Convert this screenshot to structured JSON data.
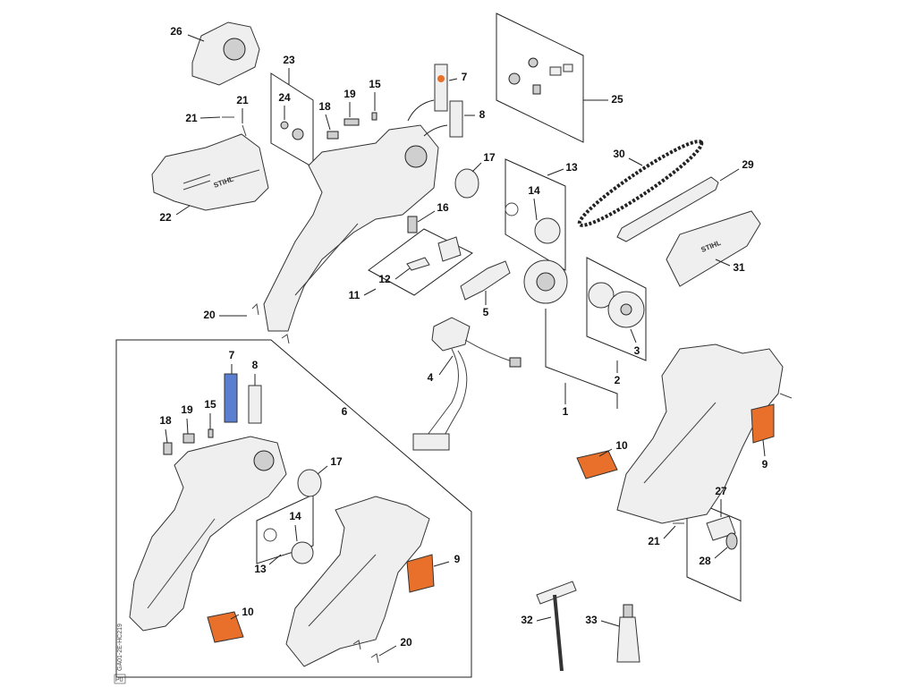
{
  "diagram": {
    "brand": "STIHL",
    "drawing_code": "GA01-2E-HC219",
    "sheet_mark": "P0"
  },
  "colors": {
    "sticker_blue": "#5b7fd0",
    "sticker_orange": "#e8702a",
    "line": "#222222"
  },
  "callouts": [
    "26",
    "23",
    "7",
    "15",
    "19",
    "24",
    "21",
    "21",
    "18",
    "8",
    "25",
    "30",
    "29",
    "17",
    "13",
    "22",
    "14",
    "16",
    "12",
    "31",
    "11",
    "5",
    "20",
    "3",
    "7",
    "8",
    "4",
    "2",
    "1",
    "18",
    "19",
    "15",
    "6",
    "10",
    "9",
    "17",
    "27",
    "14",
    "21",
    "28",
    "13",
    "9",
    "10",
    "32",
    "33",
    "20"
  ]
}
